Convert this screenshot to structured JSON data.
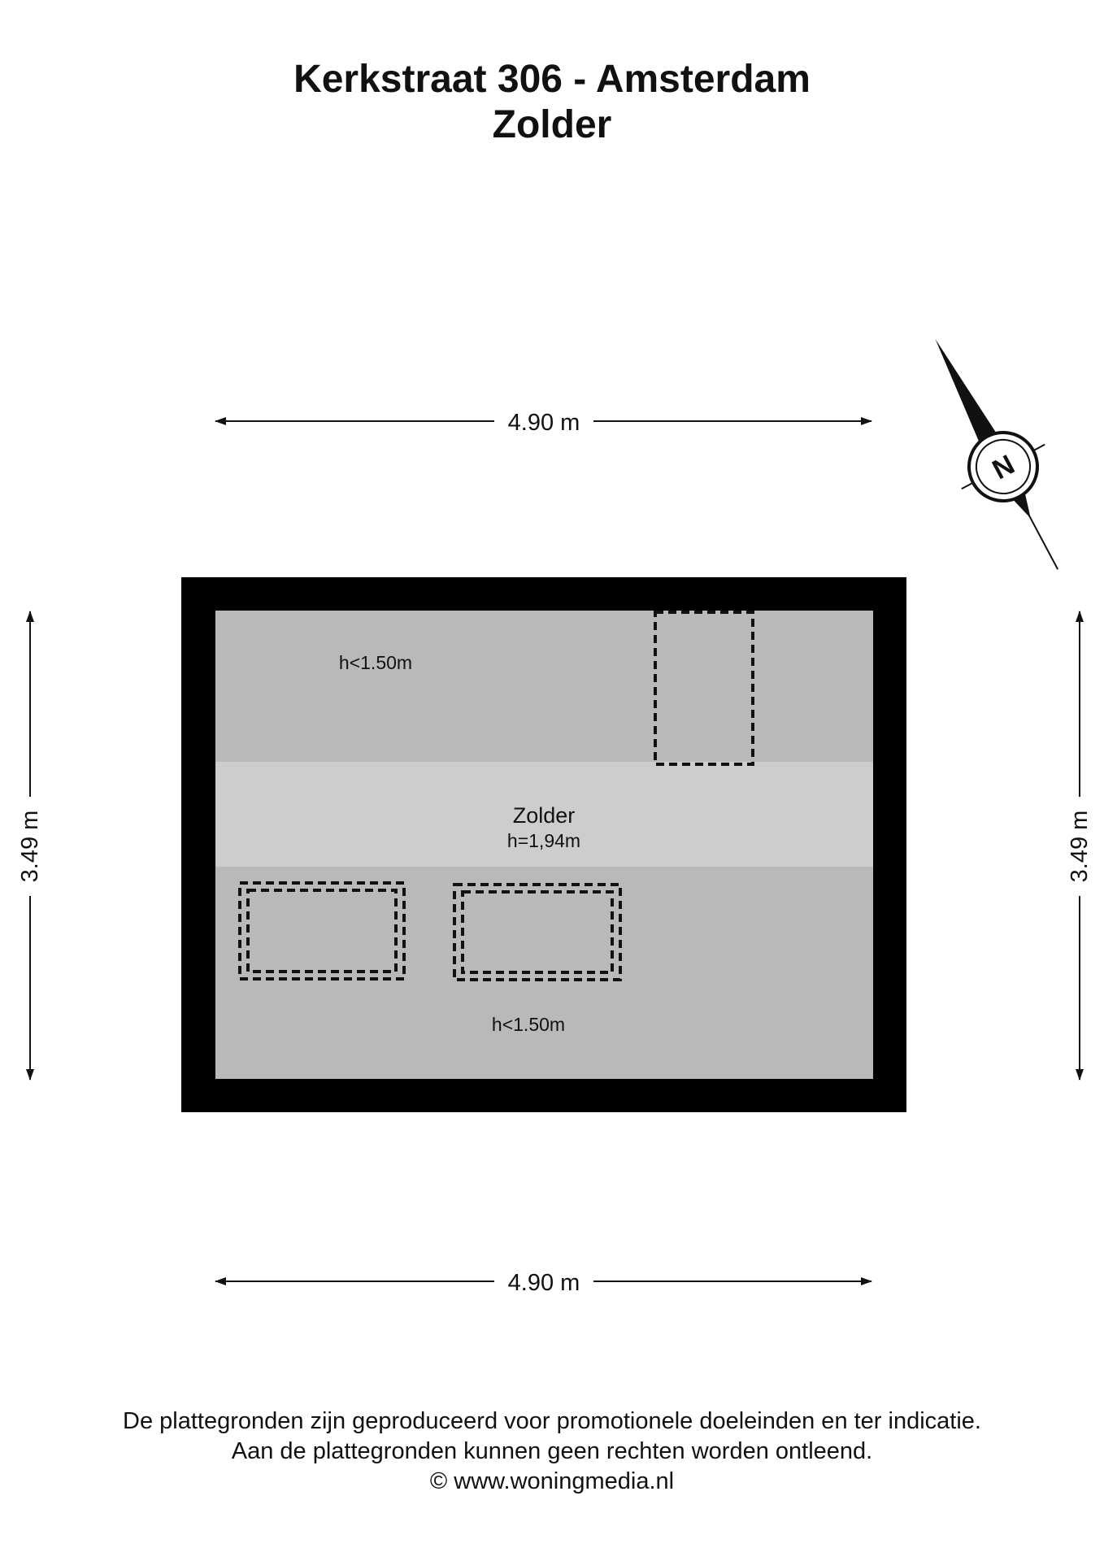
{
  "title": {
    "address": "Kerkstraat 306 - Amsterdam",
    "floor": "Zolder"
  },
  "dimensions": {
    "top_width": "4.90 m",
    "bottom_width": "4.90 m",
    "left_height": "3.49 m",
    "right_height": "3.49 m"
  },
  "rooms": {
    "upper_slope_label": "h<1.50m",
    "main_name": "Zolder",
    "main_height": "h=1,94m",
    "lower_slope_label": "h<1.50m"
  },
  "compass": {
    "north_label": "N",
    "icon": "north-arrow-icon"
  },
  "colors": {
    "wall": "#000000",
    "slope_area": "#b9b9b9",
    "full_height_area": "#cdcdcd",
    "dimension_line": "#111111"
  },
  "footer": {
    "line1": "De plattegronden zijn geproduceerd voor promotionele doeleinden en ter indicatie.",
    "line2": "Aan de plattegronden kunnen geen rechten worden ontleend.",
    "line3": "© www.woningmedia.nl"
  }
}
